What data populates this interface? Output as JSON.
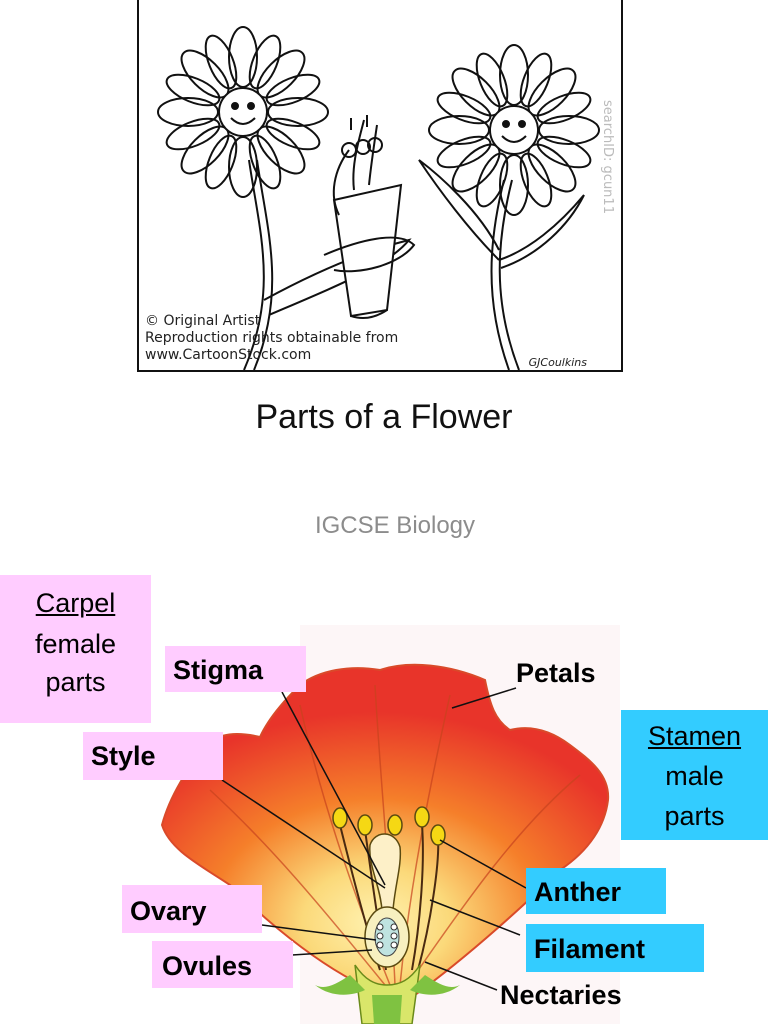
{
  "cartoon": {
    "credit_line1": "© Original Artist",
    "credit_line2": "Reproduction rights obtainable from",
    "credit_line3": "www.CartoonStock.com",
    "signature": "GJCoulkins",
    "search_id": "searchID: gcun11"
  },
  "title": "Parts of a Flower",
  "subtitle": "IGCSE Biology",
  "carpel_box": {
    "heading": "Carpel",
    "line1": "female",
    "line2": "parts"
  },
  "stamen_box": {
    "heading": "Stamen",
    "line1": "male",
    "line2": "parts"
  },
  "labels": {
    "stigma": "Stigma",
    "style": "Style",
    "ovary": "Ovary",
    "ovules": "Ovules",
    "petals": "Petals",
    "anther": "Anther",
    "filament": "Filament",
    "nectaries": "Nectaries"
  },
  "colors": {
    "carpel_pink": "#ffccff",
    "stamen_blue": "#33ccff",
    "petal_red": "#e8342a",
    "petal_orange": "#f57f2a",
    "petal_yellow": "#fbd97a",
    "anther_yellow": "#f5d814",
    "stem_green": "#7fc241"
  }
}
